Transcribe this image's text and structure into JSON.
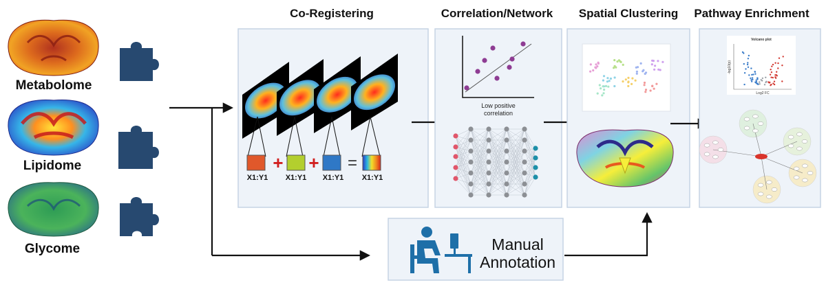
{
  "inputs": [
    {
      "label": "Metabolome"
    },
    {
      "label": "Lipidome"
    },
    {
      "label": "Glycome"
    }
  ],
  "stages": [
    {
      "title": "Co-Registering"
    },
    {
      "title": "Correlation/Network"
    },
    {
      "title": "Spatial Clustering"
    },
    {
      "title": "Pathway Enrichment"
    }
  ],
  "coregister": {
    "pixel_label": "X1:Y1",
    "swatch_colors": [
      "#e0582b",
      "#b3cf2e",
      "#2f78c6"
    ],
    "plus": "+",
    "equals": "="
  },
  "correlation": {
    "caption_line1": "Low positive",
    "caption_line2": "correlation",
    "point_color": "#8e3c93"
  },
  "pathway": {
    "volcano_title": "Volcano plot",
    "x_axis": "Log2 FC",
    "y_axis": "-log10(p)"
  },
  "manual": {
    "line1": "Manual",
    "line2": "Annotation"
  },
  "colors": {
    "panel_fill": "#eef3f9",
    "panel_border": "#c5d3e4",
    "puzzle": "#274970",
    "arrow": "#111111",
    "person": "#1e6fa8"
  }
}
